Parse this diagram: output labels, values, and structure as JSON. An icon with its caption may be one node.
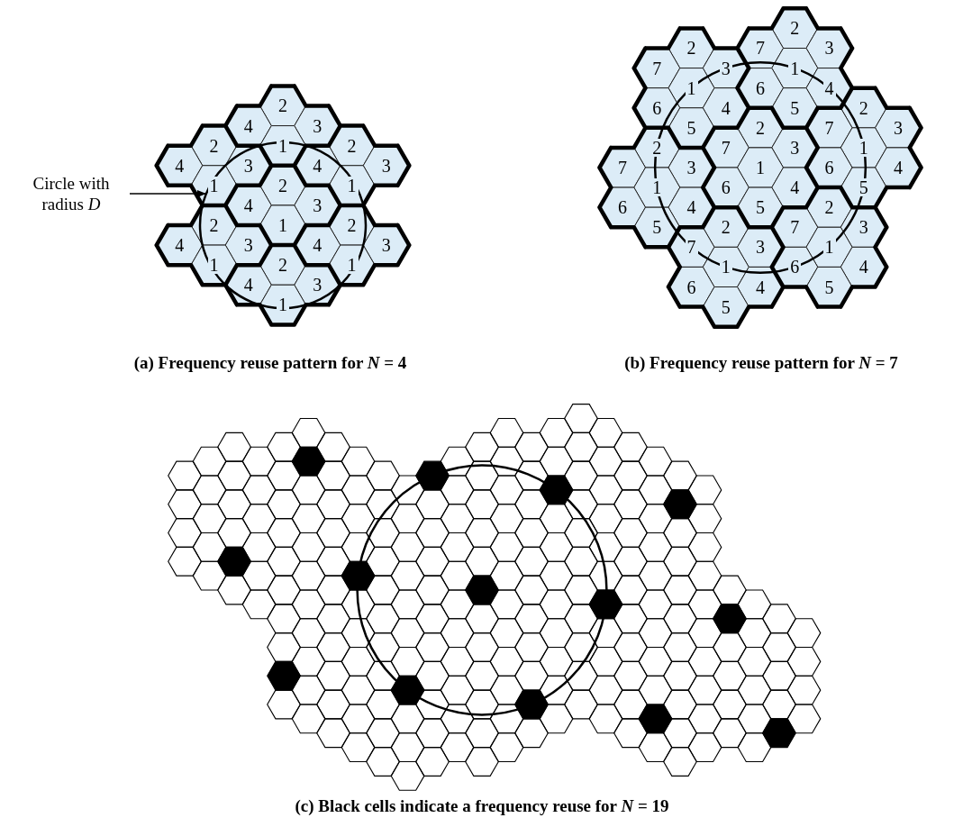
{
  "diagram": {
    "nodes": [
      {
        "text": [
          "Circle with radius *D*"
        ]
      },
      {
        "text": [],
        "shape": "circle"
      }
    ],
    "edges": [
      {
        "from": 0,
        "to": 1,
        "arrow": "to"
      }
    ],
    "labels": [
      "2",
      "4",
      "3",
      "2",
      "1",
      "2",
      "4",
      "3",
      "4",
      "3",
      "1",
      "2",
      "1",
      "4",
      "3",
      "2",
      "1",
      "2",
      "4",
      "3",
      "4",
      "3",
      "1",
      "2",
      "1",
      "4",
      "3",
      "1",
      "2",
      "2",
      "7",
      "3",
      "7",
      "3",
      "1",
      "1",
      "6",
      "4",
      "6",
      "4",
      "5",
      "2",
      "5",
      "2",
      "7",
      "3",
      "2",
      "7",
      "3",
      "1",
      "7",
      "3",
      "1",
      "6",
      "4",
      "1",
      "6",
      "4",
      "5",
      "6",
      "4",
      "5",
      "2",
      "5",
      "2",
      "7",
      "3",
      "7",
      "3",
      "1",
      "1",
      "6",
      "4",
      "6",
      "4",
      "5",
      "5",
      "(a) Frequency reuse pattern for *N* = 4",
      "(b) Frequency reuse pattern for *N* = 7",
      "(c) Black cells indicate a frequency reuse for *N* = 19"
    ]
  }
}
